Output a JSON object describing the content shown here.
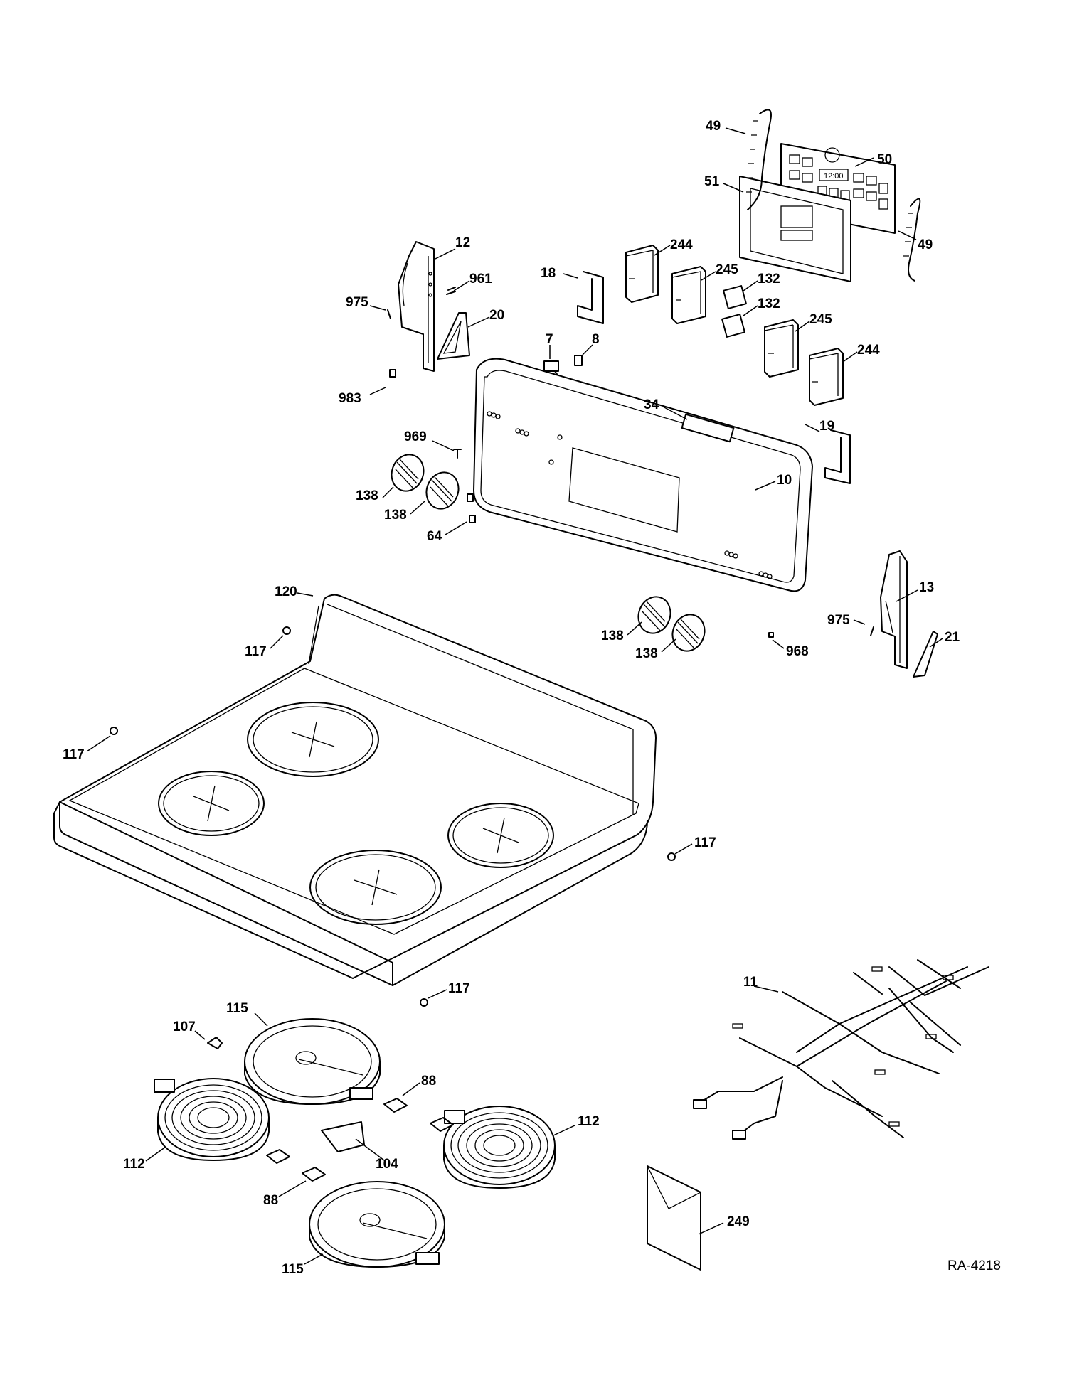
{
  "diagram_code": "RA-4218",
  "display_readout": "12:00",
  "callouts": [
    {
      "id": "c49a",
      "label": "49"
    },
    {
      "id": "c50",
      "label": "50"
    },
    {
      "id": "c51",
      "label": "51"
    },
    {
      "id": "c49b",
      "label": "49"
    },
    {
      "id": "c12",
      "label": "12"
    },
    {
      "id": "c961",
      "label": "961"
    },
    {
      "id": "c975a",
      "label": "975"
    },
    {
      "id": "c20",
      "label": "20"
    },
    {
      "id": "c983",
      "label": "983"
    },
    {
      "id": "c18",
      "label": "18"
    },
    {
      "id": "c244a",
      "label": "244"
    },
    {
      "id": "c245a",
      "label": "245"
    },
    {
      "id": "c132a",
      "label": "132"
    },
    {
      "id": "c132b",
      "label": "132"
    },
    {
      "id": "c245b",
      "label": "245"
    },
    {
      "id": "c244b",
      "label": "244"
    },
    {
      "id": "c7",
      "label": "7"
    },
    {
      "id": "c8",
      "label": "8"
    },
    {
      "id": "c34",
      "label": "34"
    },
    {
      "id": "c19",
      "label": "19"
    },
    {
      "id": "c969",
      "label": "969"
    },
    {
      "id": "c10",
      "label": "10"
    },
    {
      "id": "c138a",
      "label": "138"
    },
    {
      "id": "c138b",
      "label": "138"
    },
    {
      "id": "c64",
      "label": "64"
    },
    {
      "id": "c120",
      "label": "120"
    },
    {
      "id": "c117a",
      "label": "117"
    },
    {
      "id": "c13",
      "label": "13"
    },
    {
      "id": "c975b",
      "label": "975"
    },
    {
      "id": "c21",
      "label": "21"
    },
    {
      "id": "c138c",
      "label": "138"
    },
    {
      "id": "c138d",
      "label": "138"
    },
    {
      "id": "c968",
      "label": "968"
    },
    {
      "id": "c117b",
      "label": "117"
    },
    {
      "id": "c117c",
      "label": "117"
    },
    {
      "id": "c117d",
      "label": "117"
    },
    {
      "id": "c115a",
      "label": "115"
    },
    {
      "id": "c107",
      "label": "107"
    },
    {
      "id": "c11",
      "label": "11"
    },
    {
      "id": "c88a",
      "label": "88"
    },
    {
      "id": "c112a",
      "label": "112"
    },
    {
      "id": "c104",
      "label": "104"
    },
    {
      "id": "c112b",
      "label": "112"
    },
    {
      "id": "c88b",
      "label": "88"
    },
    {
      "id": "c249",
      "label": "249"
    },
    {
      "id": "c115b",
      "label": "115"
    }
  ]
}
